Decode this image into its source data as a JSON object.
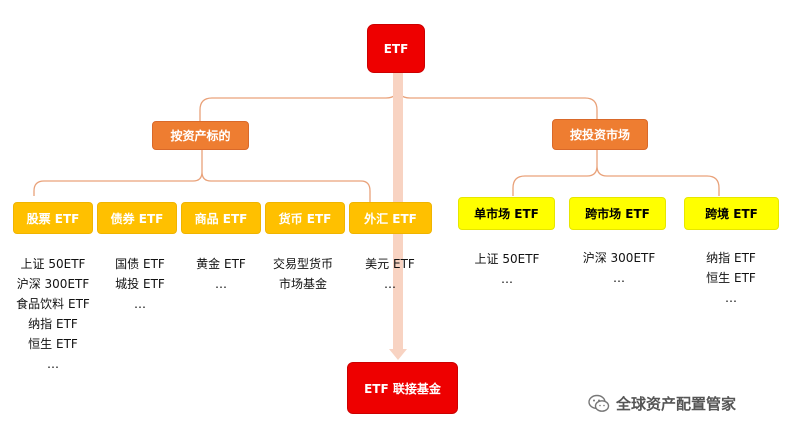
{
  "root": "ETF",
  "level1": [
    "按资产标的",
    "按投资市场"
  ],
  "asset_categories": [
    {
      "label": "股票 ETF",
      "items": [
        "上证 50ETF",
        "沪深 300ETF",
        "食品饮料 ETF",
        "纳指 ETF",
        "恒生 ETF",
        "…"
      ]
    },
    {
      "label": "债券 ETF",
      "items": [
        "国债 ETF",
        "城投 ETF",
        "…"
      ]
    },
    {
      "label": "商品 ETF",
      "items": [
        "黄金 ETF",
        "…"
      ]
    },
    {
      "label": "货币 ETF",
      "items": [
        "交易型货币市场基金"
      ]
    },
    {
      "label": "外汇 ETF",
      "items": [
        "美元 ETF",
        "…"
      ]
    }
  ],
  "market_categories": [
    {
      "label": "单市场 ETF",
      "items": [
        "上证 50ETF",
        "…"
      ]
    },
    {
      "label": "跨市场 ETF",
      "items": [
        "沪深 300ETF",
        "…"
      ]
    },
    {
      "label": "跨境 ETF",
      "items": [
        "纳指 ETF",
        "恒生 ETF",
        "…"
      ]
    }
  ],
  "bottom": "ETF 联接基金",
  "watermark": "全球资产配置管家",
  "colors": {
    "root": "#ee0000",
    "level1": "#ee7d31",
    "asset": "#ffc000",
    "market": "#ffff00",
    "connector": "#e9a27a",
    "arrow": "#f8d3c2"
  }
}
